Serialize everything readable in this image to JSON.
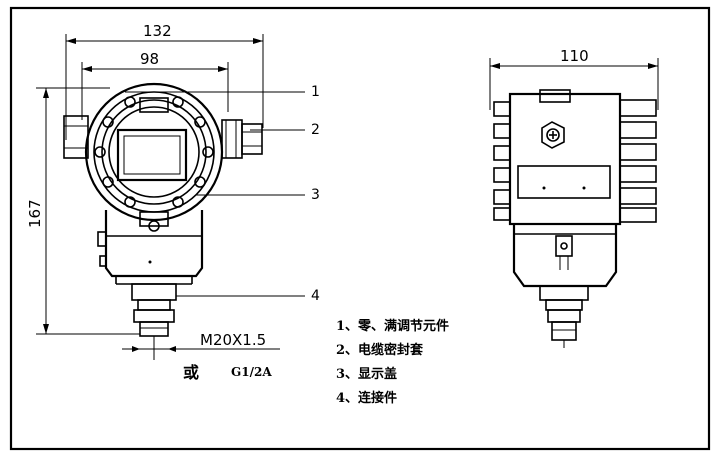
{
  "dimensions": {
    "overall_width": "132",
    "body_width": "98",
    "height": "167",
    "side_width": "110"
  },
  "callouts": [
    "1",
    "2",
    "3",
    "4"
  ],
  "thread": {
    "metric": "M20X1.5",
    "or_word": "或",
    "pipe": "G1/2A"
  },
  "legend": [
    "1、零、满调节元件",
    "2、电缆密封套",
    "3、显示盖",
    "4、连接件"
  ]
}
